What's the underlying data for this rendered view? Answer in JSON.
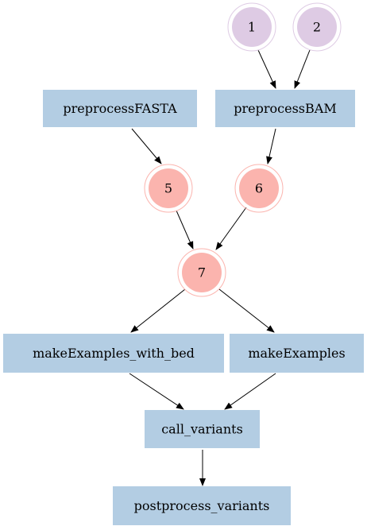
{
  "colors": {
    "task_fill": "#b3cde3",
    "input_fill": "#decbe4",
    "input_ring": "#decbe4",
    "intermediate_fill": "#fbb4ae",
    "intermediate_ring": "#fbb4ae",
    "edge": "#000000"
  },
  "nodes": {
    "input_1": {
      "label": "1",
      "kind": "input"
    },
    "input_2": {
      "label": "2",
      "kind": "input"
    },
    "preprocessFASTA": {
      "label": "preprocessFASTA",
      "kind": "task"
    },
    "preprocessBAM": {
      "label": "preprocessBAM",
      "kind": "task"
    },
    "file_5": {
      "label": "5",
      "kind": "intermediate"
    },
    "file_6": {
      "label": "6",
      "kind": "intermediate"
    },
    "file_7": {
      "label": "7",
      "kind": "intermediate"
    },
    "makeExamples_with_bed": {
      "label": "makeExamples_with_bed",
      "kind": "task"
    },
    "makeExamples": {
      "label": "makeExamples",
      "kind": "task"
    },
    "call_variants": {
      "label": "call_variants",
      "kind": "task"
    },
    "postprocess_variants": {
      "label": "postprocess_variants",
      "kind": "task"
    }
  },
  "edges": [
    {
      "from": "input_1",
      "to": "preprocessBAM"
    },
    {
      "from": "input_2",
      "to": "preprocessBAM"
    },
    {
      "from": "preprocessFASTA",
      "to": "file_5"
    },
    {
      "from": "preprocessBAM",
      "to": "file_6"
    },
    {
      "from": "file_5",
      "to": "file_7"
    },
    {
      "from": "file_6",
      "to": "file_7"
    },
    {
      "from": "file_7",
      "to": "makeExamples_with_bed"
    },
    {
      "from": "file_7",
      "to": "makeExamples"
    },
    {
      "from": "makeExamples_with_bed",
      "to": "call_variants"
    },
    {
      "from": "makeExamples",
      "to": "call_variants"
    },
    {
      "from": "call_variants",
      "to": "postprocess_variants"
    }
  ]
}
